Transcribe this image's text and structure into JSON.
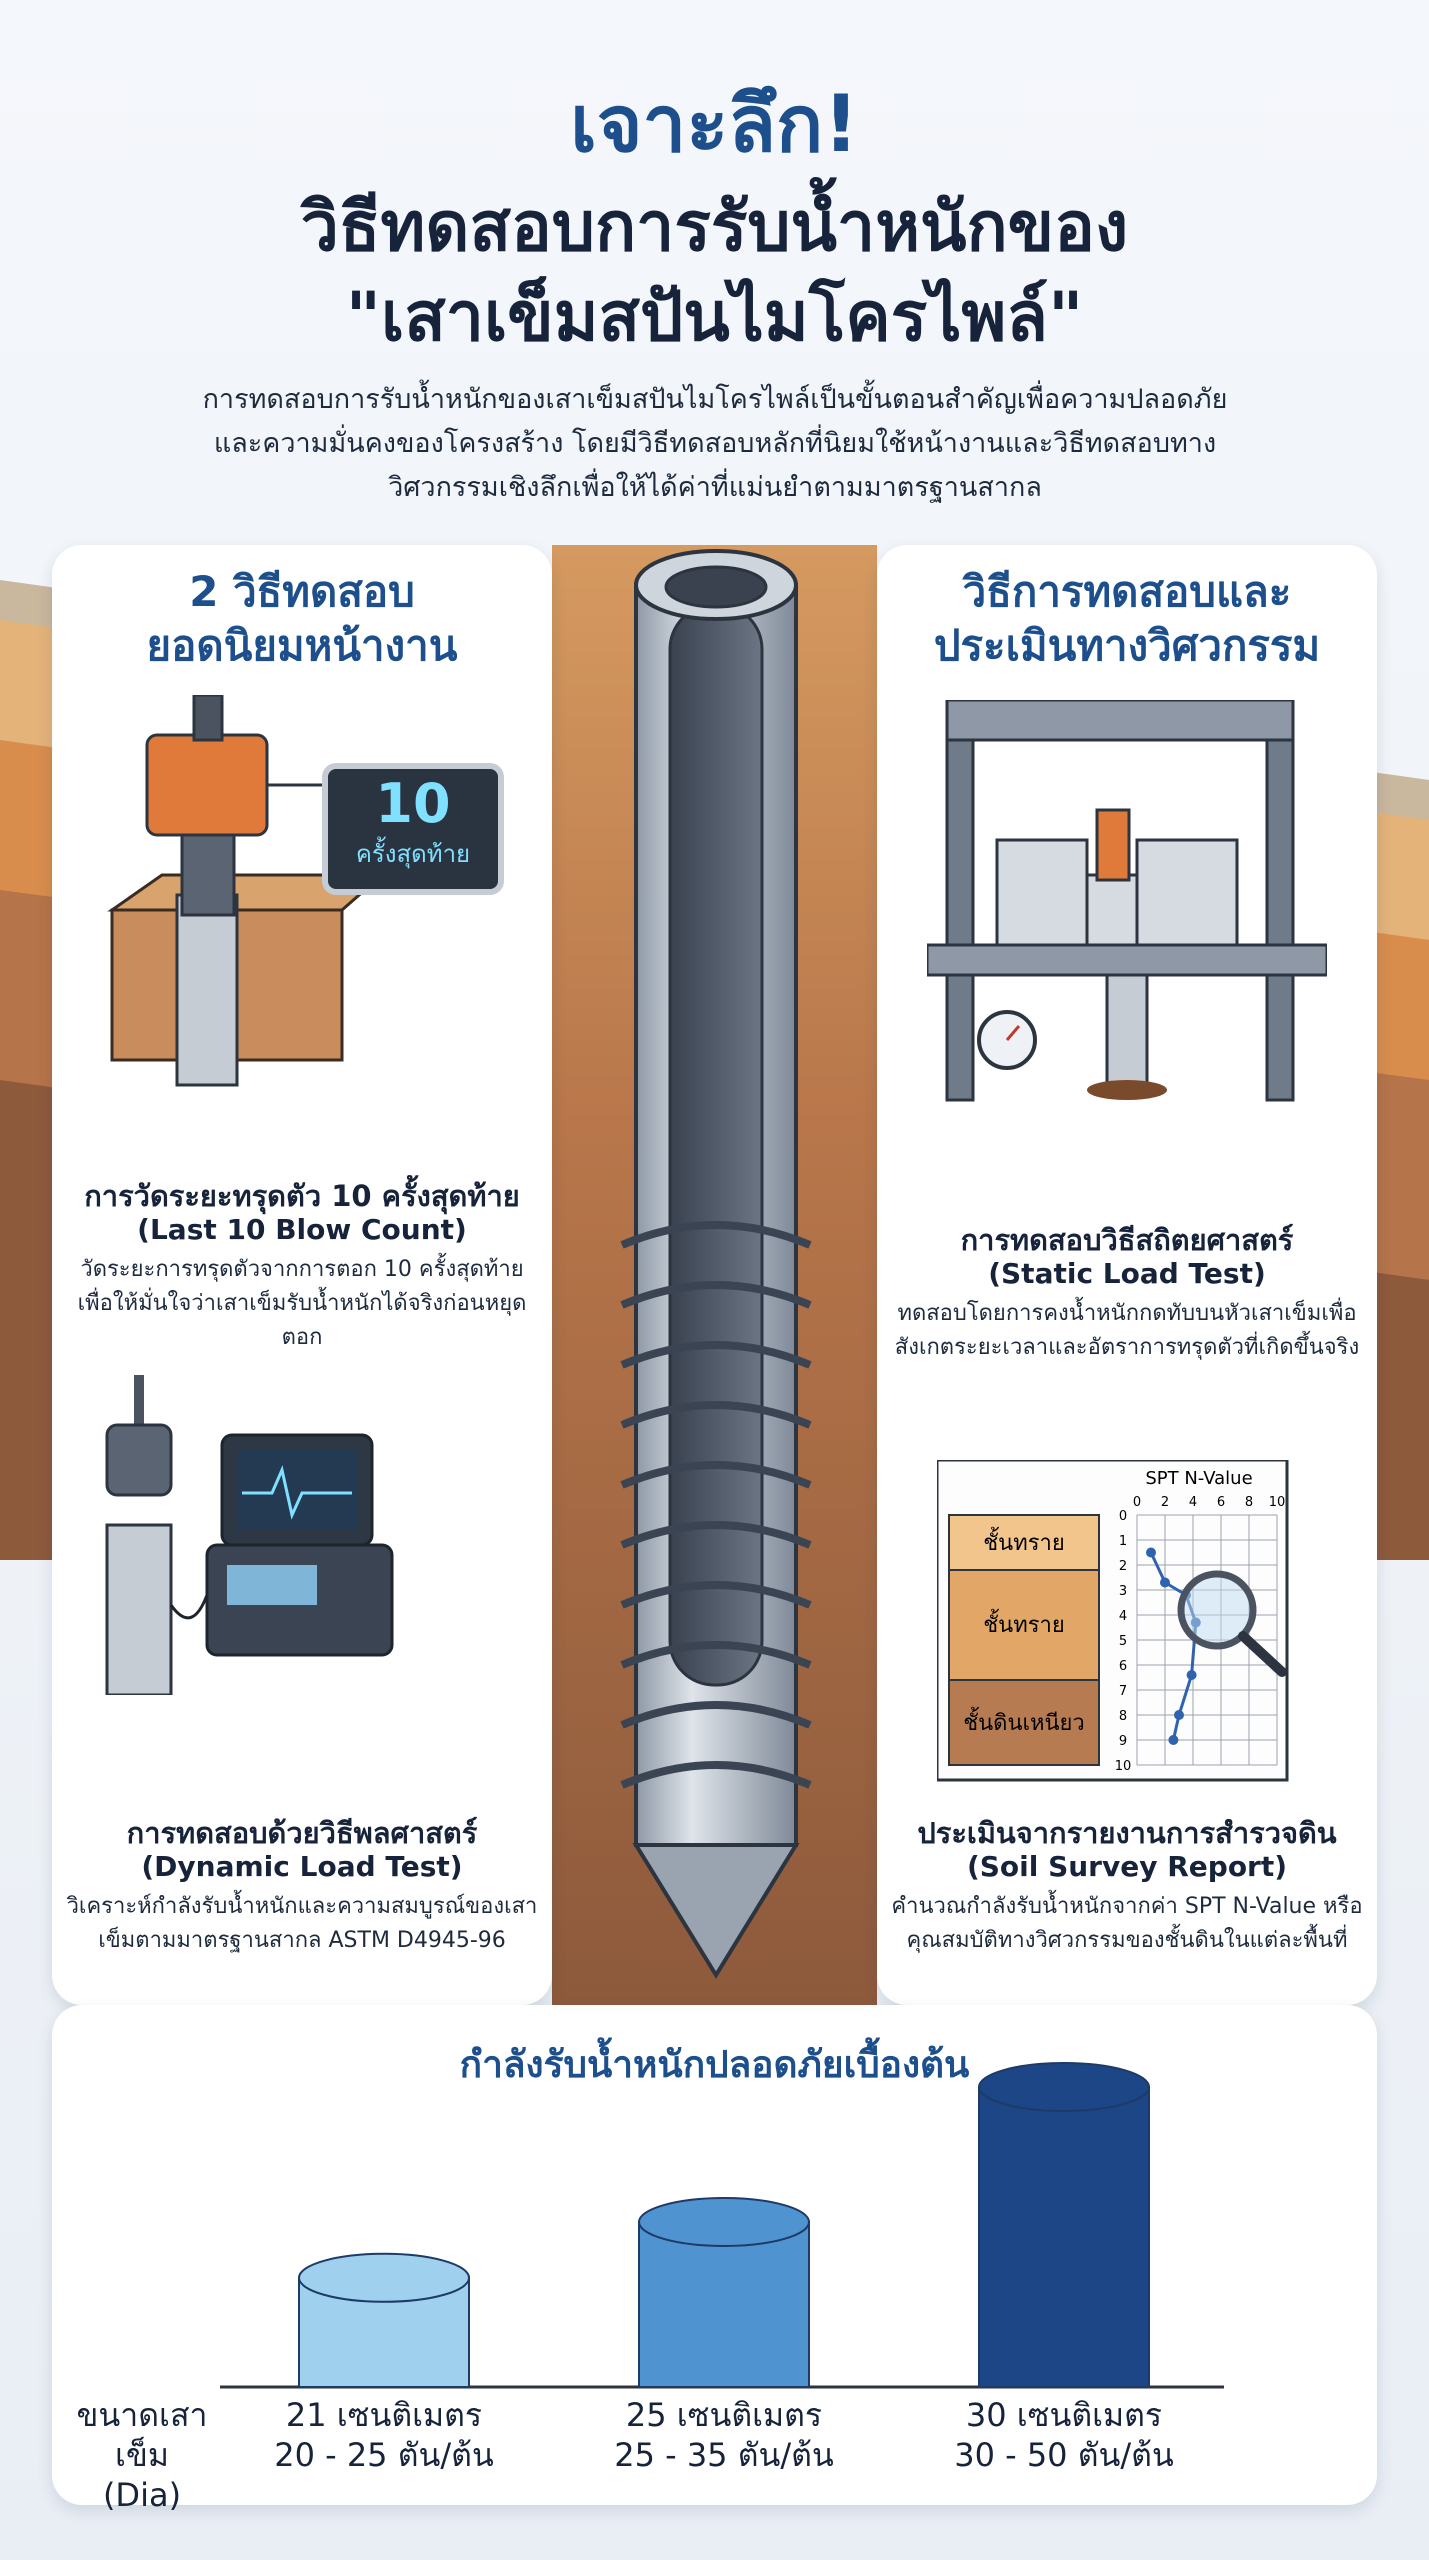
{
  "header": {
    "title_line1": "เจาะลึก!",
    "title_line2": "วิธีทดสอบการรับน้ำหนักของ",
    "title_line3": "\"เสาเข็มสปันไมโครไพล์\"",
    "intro": "การทดสอบการรับน้ำหนักของเสาเข็มสปันไมโครไพล์เป็นขั้นตอนสำคัญเพื่อความปลอดภัยและความมั่นคงของโครงสร้าง โดยมีวิธีทดสอบหลักที่นิยมใช้หน้างานและวิธีทดสอบทางวิศวกรรมเชิงลึกเพื่อให้ได้ค่าที่แม่นยำตามมาตรฐานสากล"
  },
  "left_panel": {
    "heading_line1": "2 วิธีทดสอบ",
    "heading_line2": "ยอดนิยมหน้างาน",
    "display_value": "10",
    "display_caption": "ครั้งสุดท้าย",
    "card1": {
      "title": "การวัดระยะทรุดตัว 10 ครั้งสุดท้าย",
      "subtitle": "(Last 10 Blow Count)",
      "desc": "วัดระยะการทรุดตัวจากการตอก 10 ครั้งสุดท้าย เพื่อให้มั่นใจว่าเสาเข็มรับน้ำหนักได้จริงก่อนหยุดตอก"
    },
    "card2": {
      "title": "การทดสอบด้วยวิธีพลศาสตร์",
      "subtitle": "(Dynamic Load Test)",
      "desc": "วิเคราะห์กำลังรับน้ำหนักและความสมบูรณ์ของเสาเข็มตามมาตรฐานสากล ASTM D4945-96"
    }
  },
  "right_panel": {
    "heading_line1": "วิธีการทดสอบและ",
    "heading_line2": "ประเมินทางวิศวกรรม",
    "card1": {
      "title": "การทดสอบวิธีสถิตยศาสตร์",
      "subtitle": "(Static Load Test)",
      "desc": "ทดสอบโดยการคงน้ำหนักกดทับบนหัวเสาเข็มเพื่อสังเกตระยะเวลาและอัตราการทรุดตัวที่เกิดขึ้นจริง"
    },
    "soil_chart": {
      "title": "SPT N-Value",
      "x_ticks": [
        "0",
        "2",
        "4",
        "6",
        "8",
        "10"
      ],
      "y_ticks": [
        "0",
        "1",
        "2",
        "3",
        "4",
        "5",
        "6",
        "7",
        "8",
        "9",
        "10"
      ],
      "layers": [
        "ชั้นทราย",
        "ชั้นทราย",
        "ชั้นดินเหนียว"
      ],
      "points": [
        [
          1,
          1.5
        ],
        [
          2,
          2.7
        ],
        [
          3.5,
          3.2
        ],
        [
          4.2,
          4.3
        ],
        [
          3.9,
          6.4
        ],
        [
          3,
          8
        ],
        [
          2.6,
          9
        ]
      ]
    },
    "card2": {
      "title": "ประเมินจากรายงานการสำรวจดิน",
      "subtitle": "(Soil Survey Report)",
      "desc": "คำนวณกำลังรับน้ำหนักจากค่า SPT N-Value หรือคุณสมบัติทางวิศวกรรมของชั้นดินในแต่ละพื้นที่"
    }
  },
  "chart": {
    "title": "กำลังรับน้ำหนักปลอดภัยเบื้องต้น",
    "axis_label_line1": "ขนาดเสาเข็ม",
    "axis_label_line2": "(Dia)",
    "colors": [
      "#9fd0ee",
      "#4f93d0",
      "#1d4686"
    ]
  },
  "chart_data": {
    "type": "bar",
    "categories": [
      "21 เซนติเมตร",
      "25 เซนติเมตร",
      "30 เซนติเมตร"
    ],
    "ranges": [
      "20 - 25 ตัน/ต้น",
      "25 - 35 ตัน/ต้น",
      "30 - 50 ตัน/ต้น"
    ],
    "values": [
      21,
      25,
      30
    ],
    "title": "กำลังรับน้ำหนักปลอดภัยเบื้องต้น",
    "xlabel": "ขนาดเสาเข็ม (Dia)",
    "ylabel": ""
  }
}
